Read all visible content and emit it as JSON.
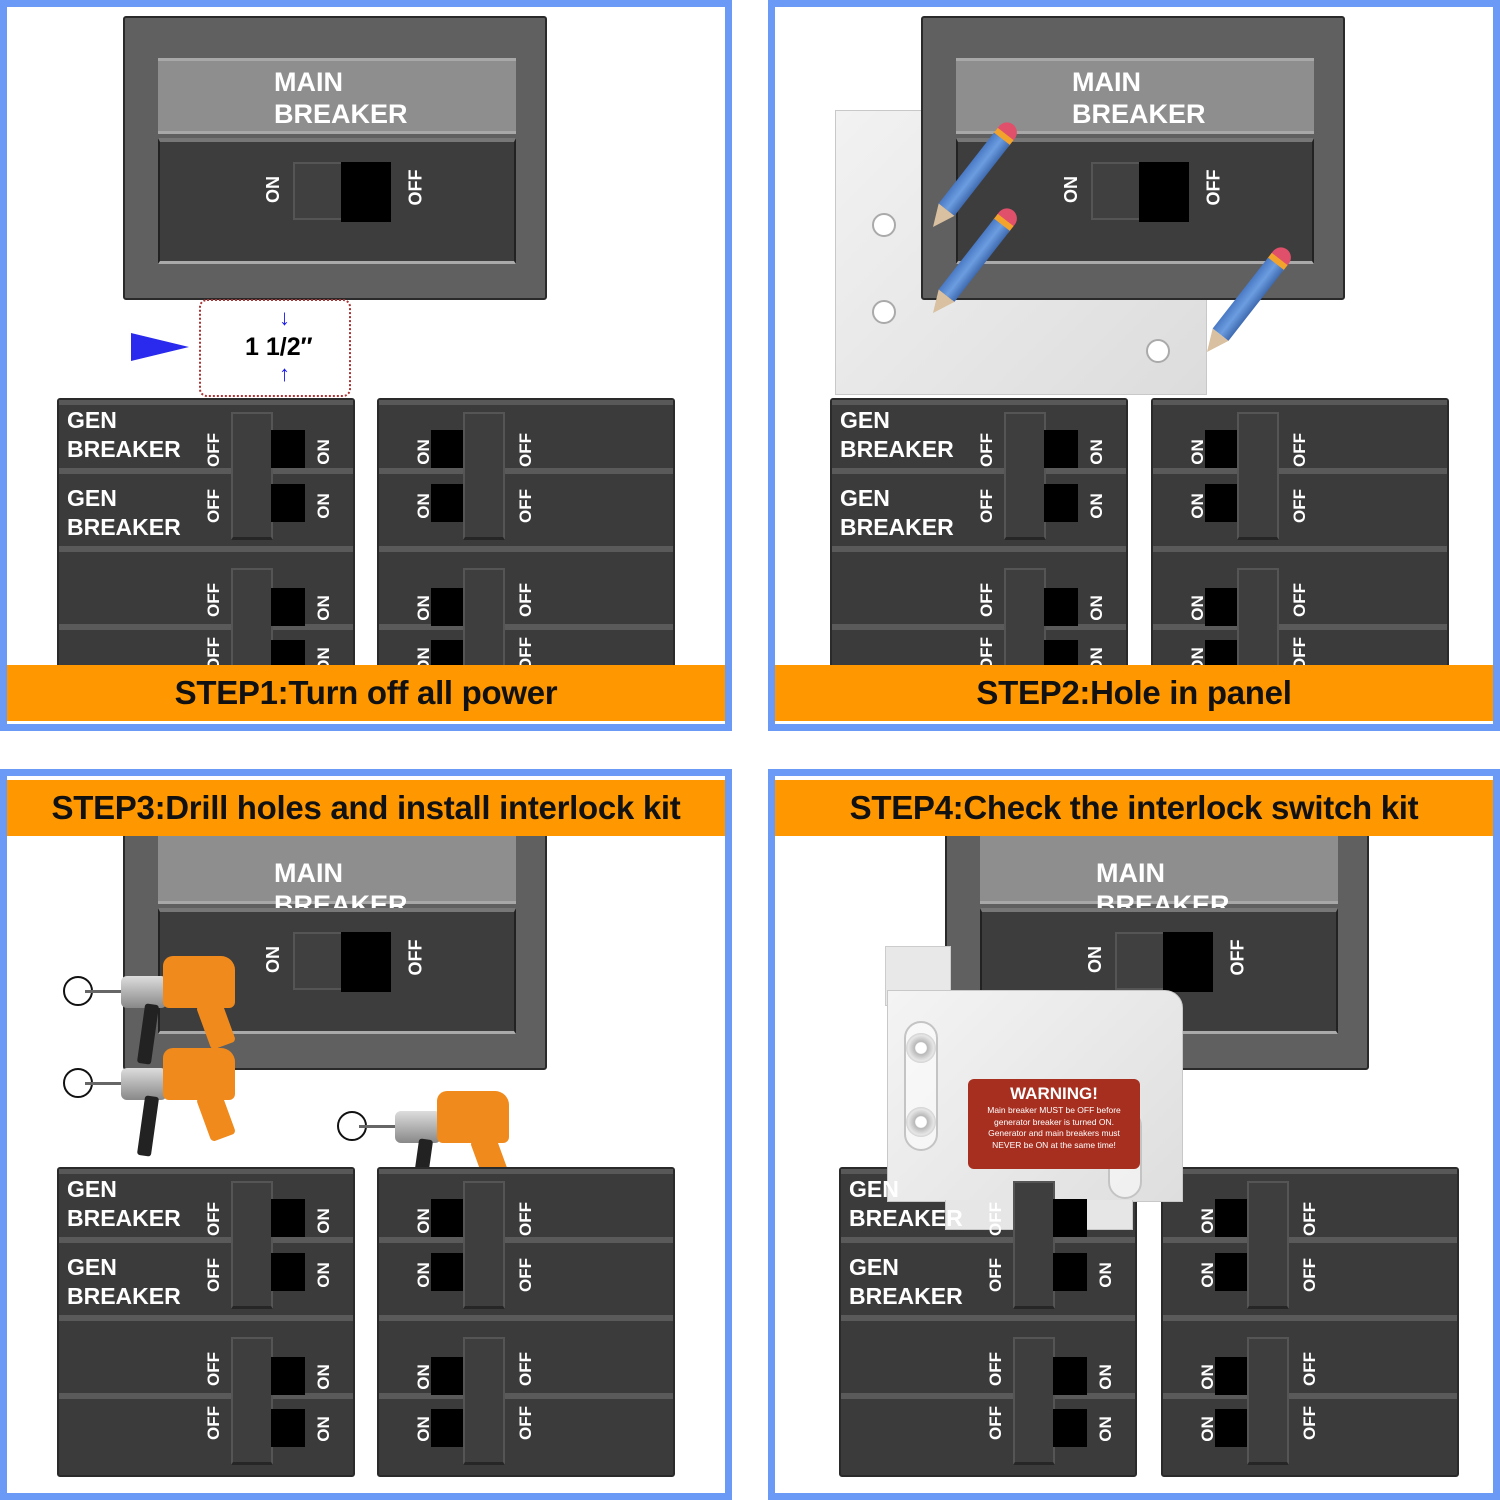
{
  "colors": {
    "panel_border": "#6a9af5",
    "banner": "#ff9800",
    "warning_label": "#a72f20",
    "breaker_dark": "#3b3b3b",
    "main_breaker_frame": "#606060"
  },
  "labels": {
    "main_line1": "MAIN",
    "main_line2": "BREAKER",
    "gen_line1": "GEN",
    "gen_line2": "BREAKER",
    "on": "ON",
    "off": "OFF"
  },
  "steps": [
    {
      "banner": "STEP1:Turn off all power",
      "measurement": "1 1/2″"
    },
    {
      "banner": "STEP2:Hole in panel"
    },
    {
      "banner": "STEP3:Drill holes and install interlock kit"
    },
    {
      "banner": "STEP4:Check the interlock switch kit"
    }
  ],
  "warning": {
    "title": "WARNING!",
    "line1": "Main breaker MUST be OFF before",
    "line2": "generator breaker is turned ON.",
    "line3": "Generator and main breakers must",
    "line4": "NEVER be ON at the same time!"
  }
}
